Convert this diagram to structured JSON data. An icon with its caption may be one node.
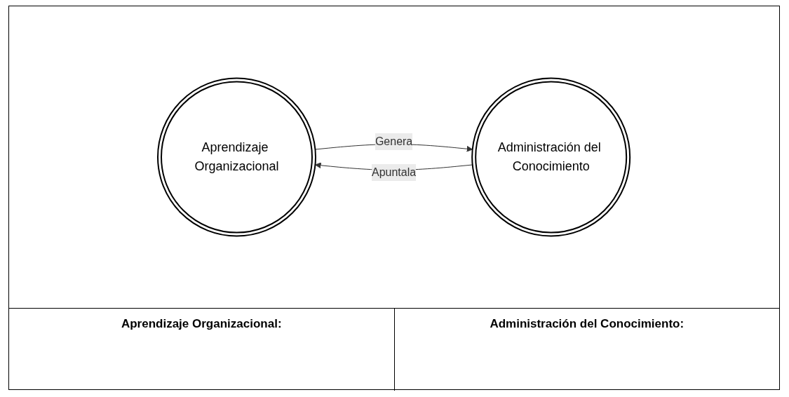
{
  "diagram": {
    "nodes": [
      {
        "text": [
          "Aprendizaje Organizacional"
        ]
      },
      {
        "text": [
          "Administración del Conocimiento"
        ]
      }
    ],
    "edges": [
      {
        "from": 0,
        "to": 1,
        "arrow": "to",
        "label": "Genera"
      },
      {
        "from": 1,
        "to": 0,
        "arrow": "to",
        "label": "Apuntala"
      }
    ],
    "labels": [
      "Aprendizaje Organizacional:",
      "Administración del Conocimiento:"
    ]
  }
}
